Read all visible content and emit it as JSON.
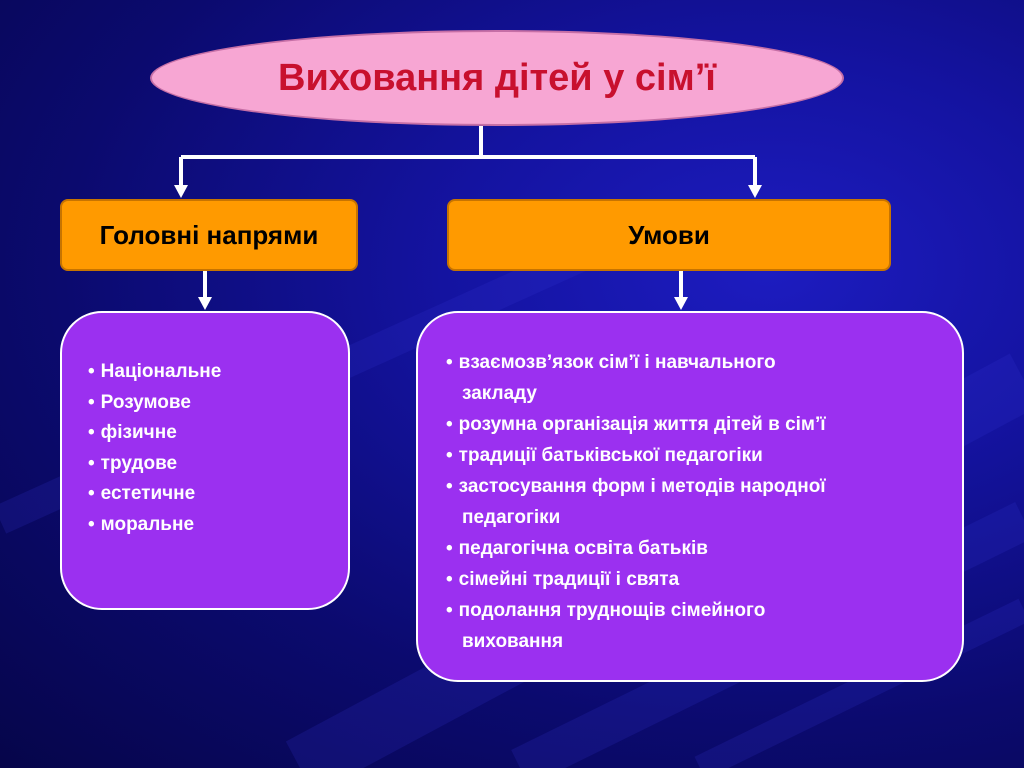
{
  "diagram": {
    "title": "Виховання дітей у сім’ї",
    "left_heading": "Головні напрями",
    "right_heading": "Умови",
    "bullet": "•",
    "left_items": [
      "Національне",
      "Розумове",
      "фізичне",
      "трудове",
      "естетичне",
      "моральне"
    ],
    "right_items": [
      {
        "first": "взаємозв’язок сім’ї і навчального",
        "cont": "закладу"
      },
      {
        "first": "розумна організація життя дітей в сім’ї",
        "cont": ""
      },
      {
        "first": "традиції батьківської педагогіки",
        "cont": ""
      },
      {
        "first": "застосування форм і методів народної",
        "cont": "педагогіки"
      },
      {
        "first": "педагогічна освіта батьків",
        "cont": ""
      },
      {
        "first": "сімейні традиції і свята",
        "cont": ""
      },
      {
        "first": "подолання труднощів сімейного",
        "cont": "виховання"
      }
    ]
  },
  "colors": {
    "background": "#1413a0",
    "title_fill": "#f7a6d3",
    "title_text": "#c8102e",
    "heading_fill": "#ff9a00",
    "list_fill": "#9b30f0",
    "connector": "#ffffff"
  }
}
